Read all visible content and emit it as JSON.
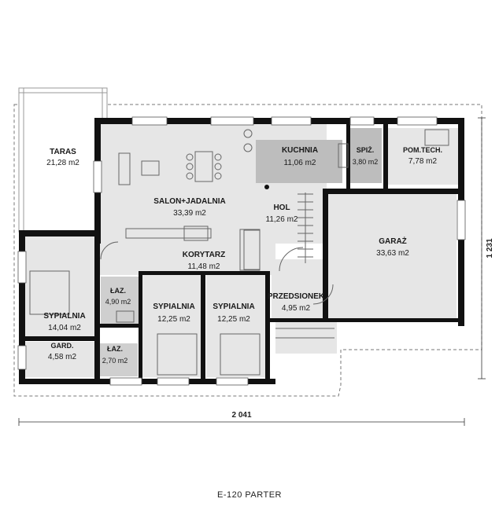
{
  "rooms": {
    "taras": {
      "name": "TARAS",
      "area": "21,28 m2"
    },
    "salon": {
      "name": "SALON+JADALNIA",
      "area": "33,39 m2"
    },
    "kuchnia": {
      "name": "KUCHNIA",
      "area": "11,06 m2"
    },
    "spiz": {
      "name": "SPIŻ.",
      "area": "3,80 m2"
    },
    "pomtech": {
      "name": "POM.TECH.",
      "area": "7,78 m2"
    },
    "hol": {
      "name": "HOL",
      "area": "11,26 m2"
    },
    "garaz": {
      "name": "GARAŻ",
      "area": "33,63 m2"
    },
    "korytarz": {
      "name": "KORYTARZ",
      "area": "11,48 m2"
    },
    "laz1": {
      "name": "ŁAZ.",
      "area": "4,90 m2"
    },
    "sypialnia1": {
      "name": "SYPIALNIA",
      "area": "14,04 m2"
    },
    "sypialnia2": {
      "name": "SYPIALNIA",
      "area": "12,25 m2"
    },
    "sypialnia3": {
      "name": "SYPIALNIA",
      "area": "12,25 m2"
    },
    "przedsionek": {
      "name": "PRZEDSIONEK",
      "area": "4,95 m2"
    },
    "gard": {
      "name": "GARD.",
      "area": "4,58 m2"
    },
    "laz2": {
      "name": "ŁAZ.",
      "area": "2,70 m2"
    }
  },
  "dimensions": {
    "width": "2 041",
    "height": "1 231"
  },
  "caption": "E-120 PARTER",
  "colors": {
    "wall": "#111111",
    "floor": "#e6e6e6",
    "wet_floor": "#c8c8c8",
    "kitchen": "#bdbdbd",
    "dash": "#777777"
  }
}
